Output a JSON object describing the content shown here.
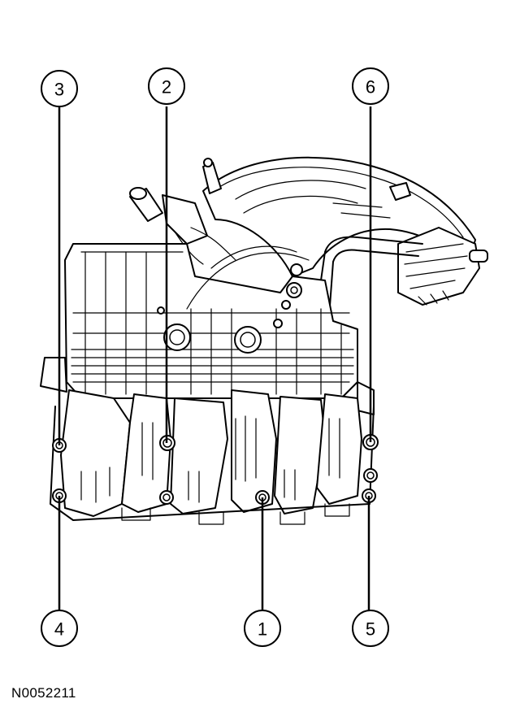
{
  "figure_id": "N0052211",
  "callouts": [
    {
      "id": "callout-1",
      "label": "1"
    },
    {
      "id": "callout-2",
      "label": "2"
    },
    {
      "id": "callout-3",
      "label": "3"
    },
    {
      "id": "callout-4",
      "label": "4"
    },
    {
      "id": "callout-5",
      "label": "5"
    },
    {
      "id": "callout-6",
      "label": "6"
    }
  ]
}
